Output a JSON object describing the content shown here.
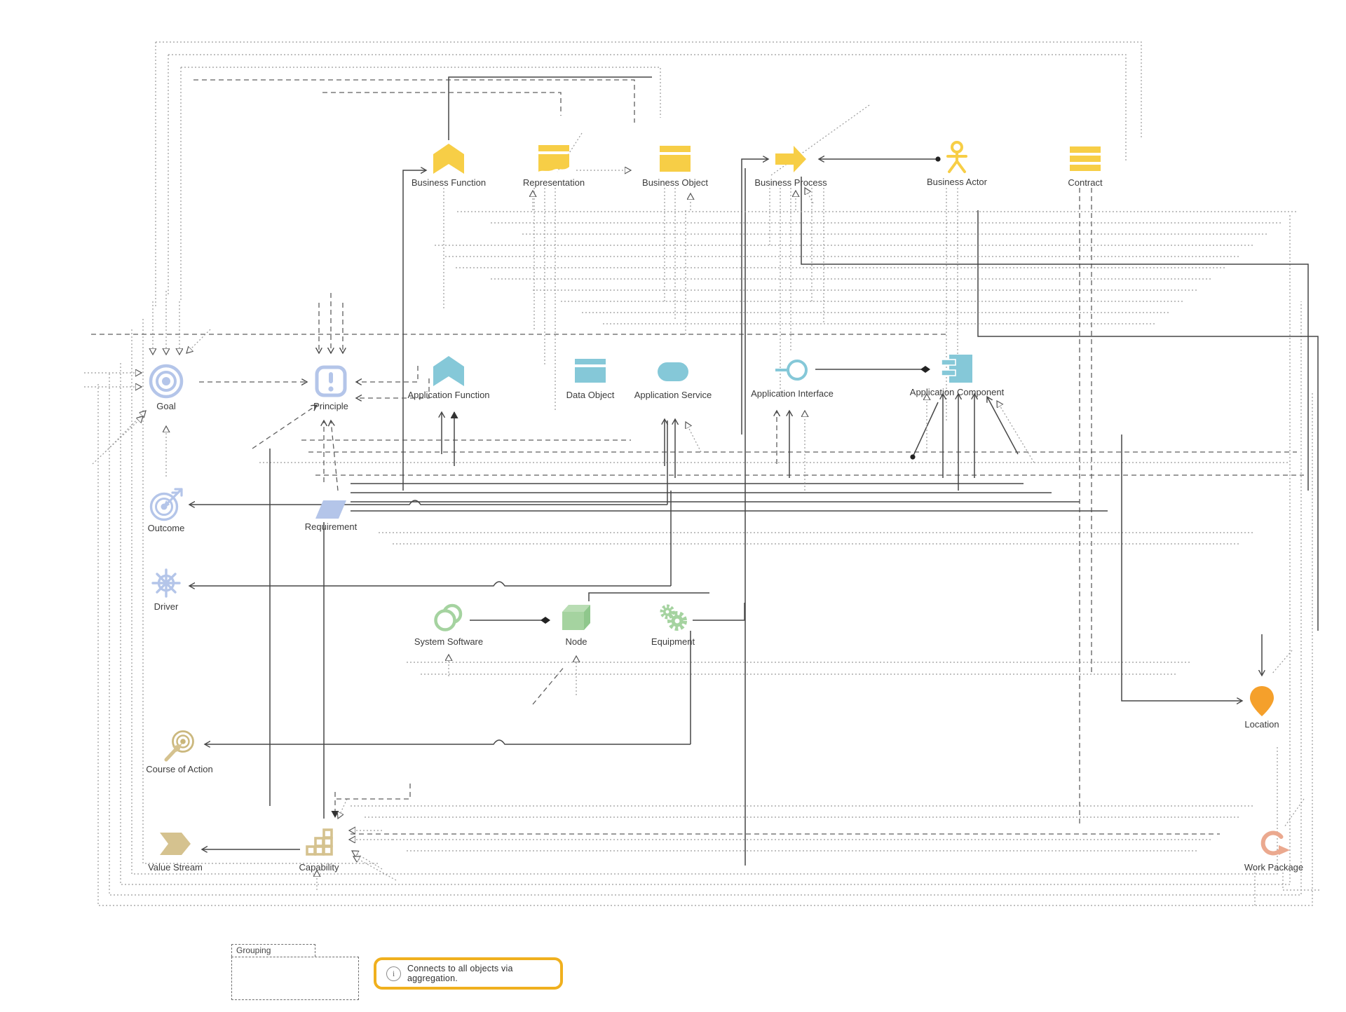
{
  "diagram": {
    "nodes": [
      {
        "id": "business-function",
        "label": "Business Function",
        "layer": "business"
      },
      {
        "id": "representation",
        "label": "Representation",
        "layer": "business"
      },
      {
        "id": "business-object",
        "label": "Business Object",
        "layer": "business"
      },
      {
        "id": "business-process",
        "label": "Business Process",
        "layer": "business"
      },
      {
        "id": "business-actor",
        "label": "Business Actor",
        "layer": "business"
      },
      {
        "id": "contract",
        "label": "Contract",
        "layer": "business"
      },
      {
        "id": "goal",
        "label": "Goal",
        "layer": "motivation"
      },
      {
        "id": "principle",
        "label": "Principle",
        "layer": "motivation"
      },
      {
        "id": "application-function",
        "label": "Application Function",
        "layer": "application"
      },
      {
        "id": "data-object",
        "label": "Data Object",
        "layer": "application"
      },
      {
        "id": "application-service",
        "label": "Application Service",
        "layer": "application"
      },
      {
        "id": "application-interface",
        "label": "Application Interface",
        "layer": "application"
      },
      {
        "id": "application-component",
        "label": "Application Component",
        "layer": "application"
      },
      {
        "id": "outcome",
        "label": "Outcome",
        "layer": "motivation"
      },
      {
        "id": "requirement",
        "label": "Requirement",
        "layer": "motivation"
      },
      {
        "id": "driver",
        "label": "Driver",
        "layer": "motivation"
      },
      {
        "id": "system-software",
        "label": "System Software",
        "layer": "technology"
      },
      {
        "id": "node",
        "label": "Node",
        "layer": "technology"
      },
      {
        "id": "equipment",
        "label": "Equipment",
        "layer": "technology"
      },
      {
        "id": "course-of-action",
        "label": "Course of Action",
        "layer": "strategy"
      },
      {
        "id": "value-stream",
        "label": "Value Stream",
        "layer": "strategy"
      },
      {
        "id": "capability",
        "label": "Capability",
        "layer": "strategy"
      },
      {
        "id": "location",
        "label": "Location",
        "layer": "location"
      },
      {
        "id": "work-package",
        "label": "Work Package",
        "layer": "implementation"
      }
    ],
    "grouping": {
      "label": "Grouping"
    },
    "note": {
      "icon": "info-icon",
      "text": "Connects to all objects via aggregation."
    },
    "colors": {
      "business": "#F7CE46",
      "application": "#85C8D8",
      "technology": "#A5D3A0",
      "motivation": "#B4C5E9",
      "strategy": "#D5C28F",
      "location": "#F5A02B",
      "implementation": "#EBA98F",
      "note_border": "#F0B01E",
      "line": "#474747",
      "dotted_line": "#9a9a9a"
    },
    "relationships_visible": [
      {
        "from": "goal",
        "to": "principle",
        "style": "dashed-arrow"
      },
      {
        "from": "business-actor",
        "to": "business-process",
        "style": "ball-and-arrow"
      },
      {
        "from": "application-component",
        "to": "application-interface",
        "style": "filled-diamond"
      },
      {
        "from": "node",
        "to": "system-software",
        "style": "filled-diamond"
      },
      {
        "from": "representation",
        "to": "business-object",
        "style": "dotted-open-arrow"
      },
      {
        "from": "capability",
        "to": "value-stream",
        "style": "solid-arrow"
      },
      {
        "from": "right-bus",
        "to": "outcome",
        "style": "solid-arrow"
      },
      {
        "from": "right-bus",
        "to": "driver",
        "style": "solid-arrow"
      },
      {
        "from": "right-bus",
        "to": "course-of-action",
        "style": "solid-arrow"
      },
      {
        "from": "left-bus",
        "to": "location",
        "style": "solid-arrow"
      },
      {
        "from": "requirement-bus",
        "to": "business-function",
        "style": "solid-arrow"
      },
      {
        "from": "lower-bus",
        "to": "business-process",
        "style": "solid-arrow"
      }
    ]
  }
}
